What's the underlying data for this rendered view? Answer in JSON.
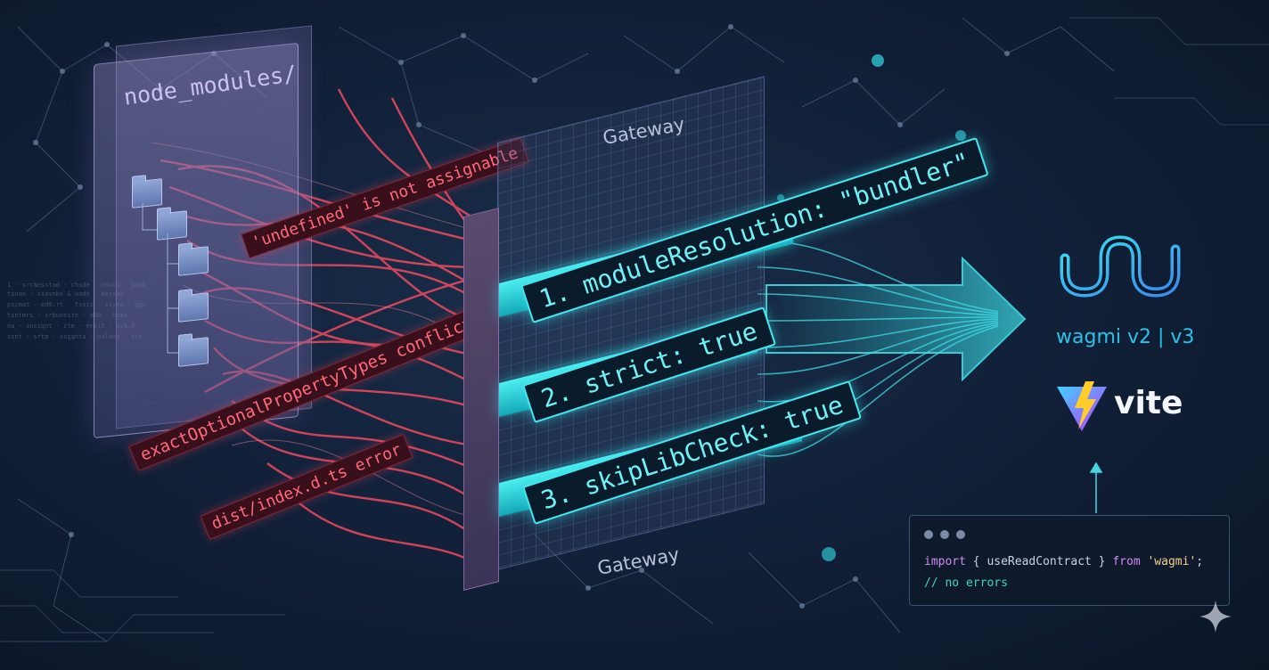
{
  "panel": {
    "title": "node_modules/"
  },
  "errors": [
    "'undefined' is not assignable",
    "exactOptionalPropertyTypes conflict",
    "dist/index.d.ts error"
  ],
  "gateway": {
    "top_label": "Gateway",
    "bottom_label": "Gateway"
  },
  "config": [
    "1. moduleResolution: \"bundler\"",
    "2. strict: true",
    "3. skipLibCheck: true"
  ],
  "logos": {
    "wagmi_label": "wagmi v2 | v3",
    "vite_label": "vite",
    "wagmi_icon": "wagmi-icon",
    "vite_icon": "vite-icon"
  },
  "code": {
    "kw_import": "import",
    "brace_open": " { ",
    "identifier": "useReadContract",
    "brace_close": " } ",
    "kw_from": "from",
    "module": "'wagmi'",
    "semicolon": ";",
    "comment": "// no errors"
  },
  "colors": {
    "error_red": "#ff5a6e",
    "config_cyan": "#45e6ee",
    "wagmi_blue": "#27c4e8",
    "vite_purple": "#8f6bff",
    "vite_yellow": "#ffcc2a"
  }
}
